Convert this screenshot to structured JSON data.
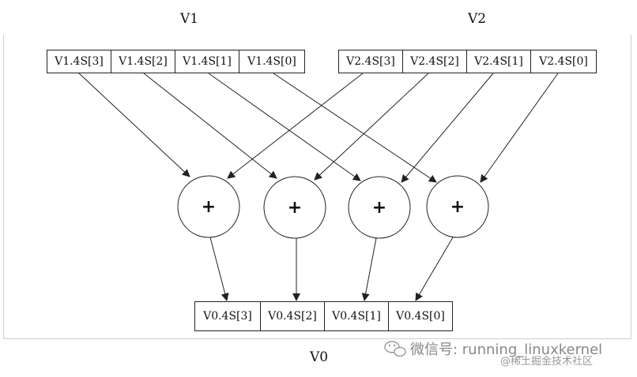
{
  "v1": {
    "title": "V1",
    "cells": [
      "V1.4S[3]",
      "V1.4S[2]",
      "V1.4S[1]",
      "V1.4S[0]"
    ]
  },
  "v2": {
    "title": "V2",
    "cells": [
      "V2.4S[3]",
      "V2.4S[2]",
      "V2.4S[1]",
      "V2.4S[0]"
    ]
  },
  "v0": {
    "title": "V0",
    "cells": [
      "V0.4S[3]",
      "V0.4S[2]",
      "V0.4S[1]",
      "V0.4S[0]"
    ]
  },
  "adders": [
    "+",
    "+",
    "+",
    "+"
  ],
  "watermark": {
    "wechat_icon": "wechat-icon",
    "text": "微信号: running_linuxkernel",
    "sub": "@稀土掘金技术社区"
  }
}
